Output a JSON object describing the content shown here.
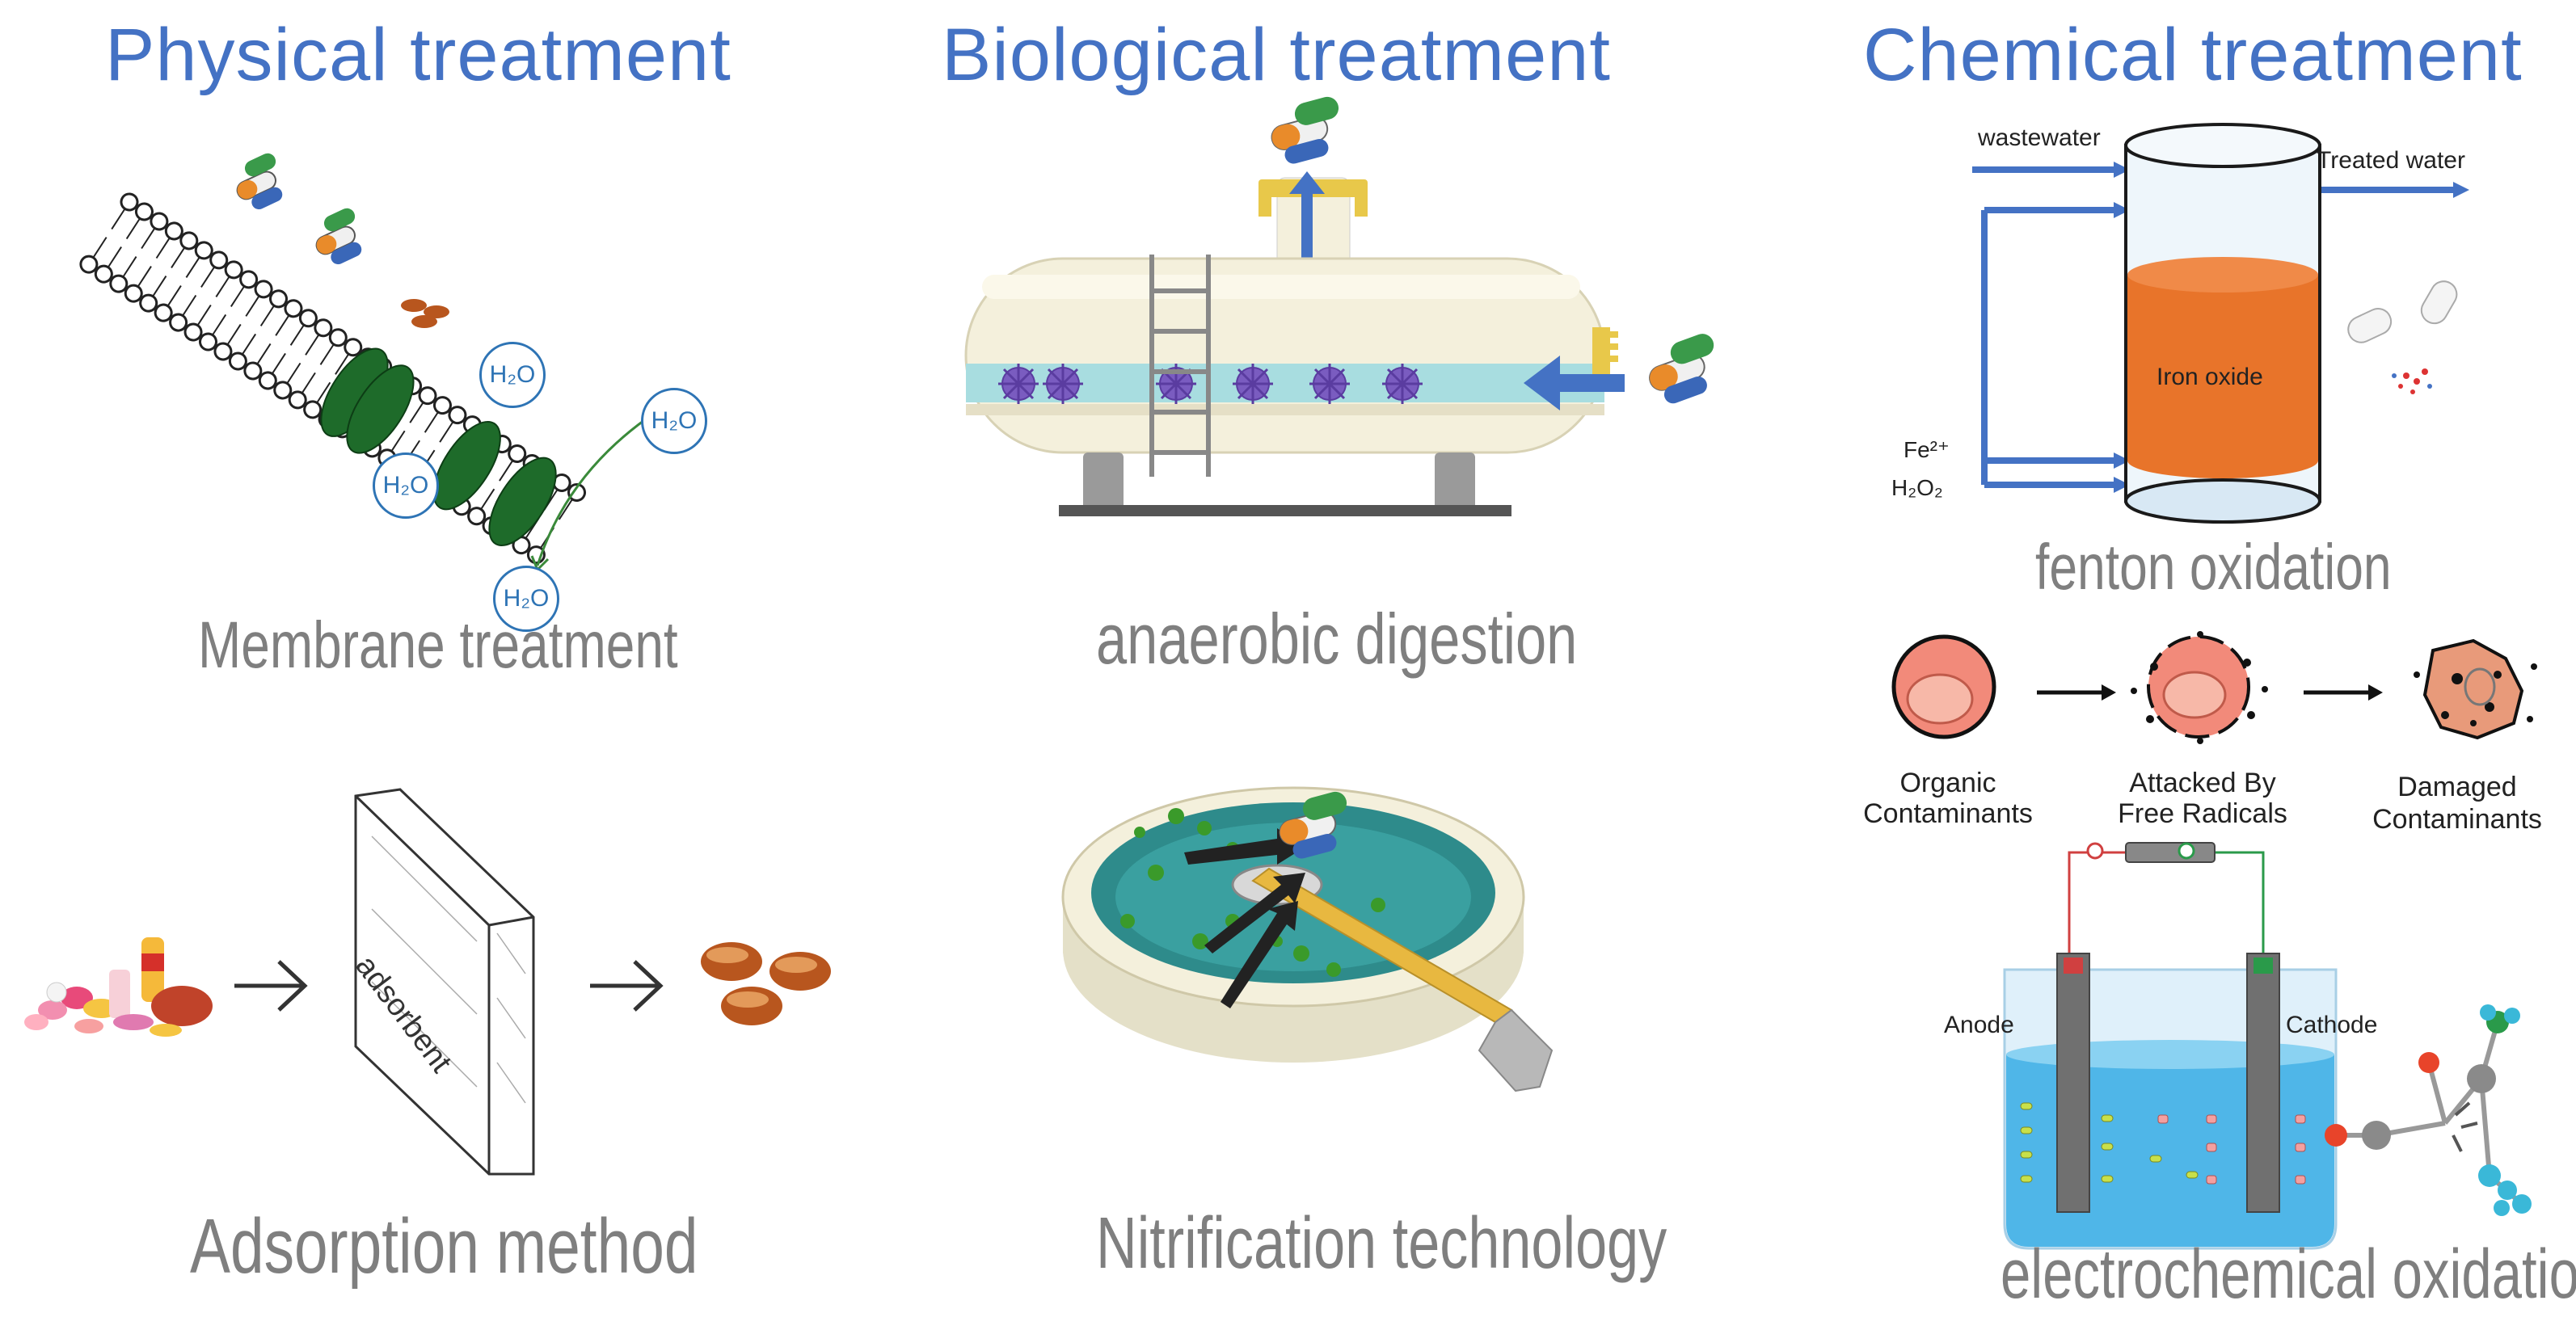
{
  "columns": {
    "physical": "Physical treatment",
    "biological": "Biological treatment",
    "chemical": "Chemical treatment"
  },
  "physical": {
    "membrane_caption": "Membrane treatment",
    "h2o_label": "H₂O",
    "adsorbent_label": "adsorbent",
    "adsorption_caption": "Adsorption method"
  },
  "biological": {
    "anaerobic_caption": "anaerobic digestion",
    "nitrification_caption": "Nitrification technology"
  },
  "chemical": {
    "wastewater_label": "wastewater",
    "treated_water_label": "Treated water",
    "iron_oxide_label": "Iron oxide",
    "fe_label": "Fe²⁺",
    "h2o2_label": "H₂O₂",
    "fenton_caption": "fenton oxidation",
    "organic_label_1": "Organic",
    "organic_label_2": "Contaminants",
    "attacked_label_1": "Attacked By",
    "attacked_label_2": "Free Radicals",
    "damaged_label_1": "Damaged",
    "damaged_label_2": "Contaminants",
    "anode_label": "Anode",
    "cathode_label": "Cathode",
    "electro_caption": "electrochemical oxidation"
  },
  "colors": {
    "title_blue": "#4472C4",
    "caption_gray": "#7f7f7f",
    "arrow_blue": "#4472C4",
    "membrane_green": "#1e6b2a",
    "iron_orange": "#E8742A",
    "tank_teal": "#2E8B8B",
    "water_blue": "#4FB6E8"
  }
}
